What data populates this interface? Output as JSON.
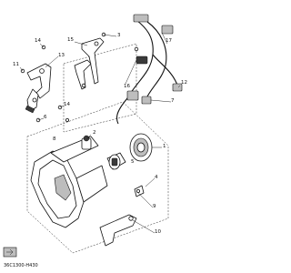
{
  "callouts": {
    "c1": "1",
    "c2": "2",
    "c3": "3",
    "c4": "4",
    "c5": "5",
    "c6": "6",
    "c7": "7",
    "c8": "8",
    "c9": "9",
    "c10": "10",
    "c11": "11",
    "c12": "12",
    "c13": "13",
    "c14a": "14",
    "c14b": "14",
    "c15": "15",
    "c16": "16",
    "c17": "17"
  },
  "diagram_code": "36C1300-H430"
}
